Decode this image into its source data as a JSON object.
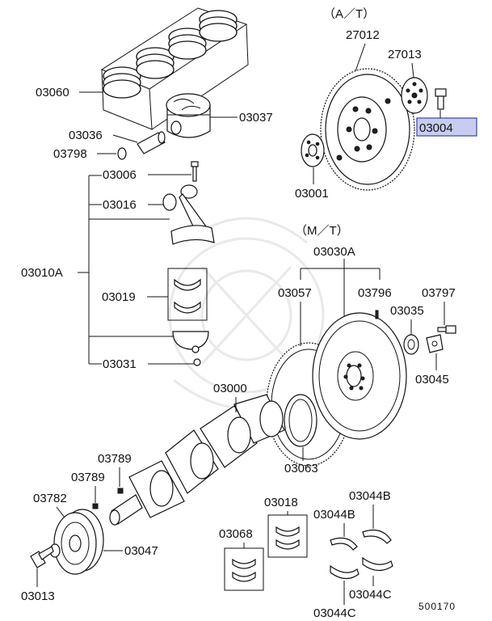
{
  "header": {
    "at_label": "（A／T）",
    "mt_label": "（M／T）",
    "diagram_code": "500170"
  },
  "highlight_color": "#c6cdf0",
  "parts": {
    "p27012": "27012",
    "p27013": "27013",
    "p03004": "03004",
    "p03001": "03001",
    "p03060": "03060",
    "p03037": "03037",
    "p03036": "03036",
    "p03798": "03798",
    "p03006": "03006",
    "p03016": "03016",
    "p03010A": "03010A",
    "p03019": "03019",
    "p03031": "03031",
    "p03030A": "03030A",
    "p03057": "03057",
    "p03796": "03796",
    "p03797": "03797",
    "p03035": "03035",
    "p03045": "03045",
    "p03000": "03000",
    "p03063": "03063",
    "p03789a": "03789",
    "p03789b": "03789",
    "p03782": "03782",
    "p03047": "03047",
    "p03013": "03013",
    "p03018": "03018",
    "p03068": "03068",
    "p03044B_a": "03044B",
    "p03044B_b": "03044B",
    "p03044C_a": "03044C",
    "p03044C_b": "03044C"
  }
}
